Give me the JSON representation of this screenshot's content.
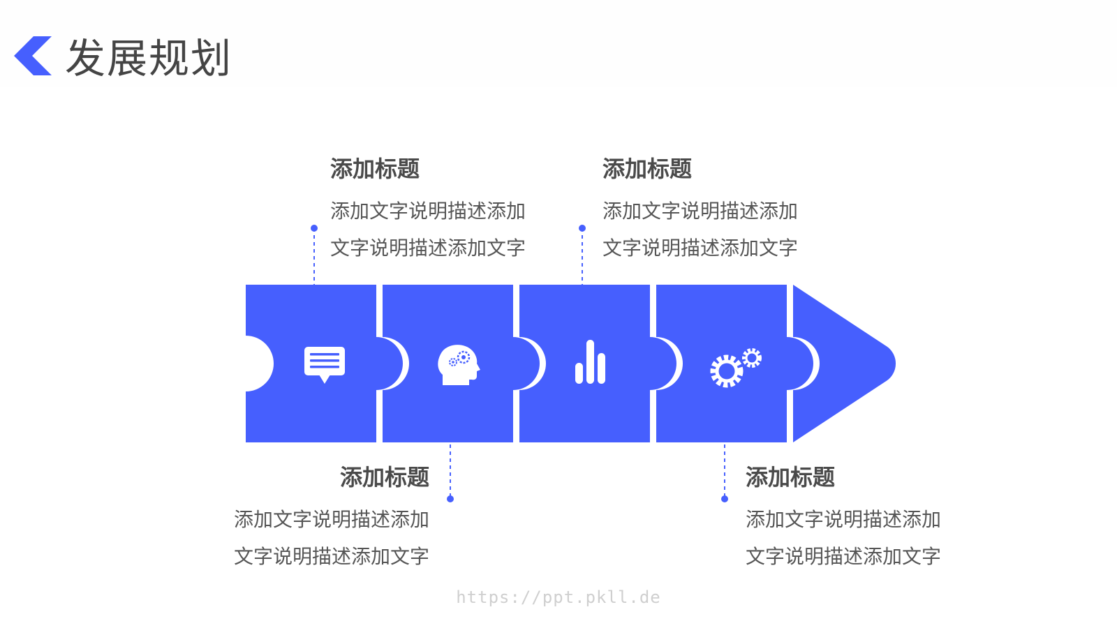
{
  "page": {
    "title": "发展规划",
    "accent": "#465ffe"
  },
  "stages": [
    {
      "title": "添加标题",
      "desc_line1": "添加文字说明描述添加",
      "desc_line2": "文字说明描述添加文字",
      "icon": "chat-bubble-icon",
      "label_side": "top"
    },
    {
      "title": "添加标题",
      "desc_line1": "添加文字说明描述添加",
      "desc_line2": "文字说明描述添加文字",
      "icon": "head-gears-icon",
      "label_side": "bottom"
    },
    {
      "title": "添加标题",
      "desc_line1": "添加文字说明描述添加",
      "desc_line2": "文字说明描述添加文字",
      "icon": "bar-chart-icon",
      "label_side": "top"
    },
    {
      "title": "添加标题",
      "desc_line1": "添加文字说明描述添加",
      "desc_line2": "文字说明描述添加文字",
      "icon": "gears-icon",
      "label_side": "bottom"
    }
  ],
  "footer": {
    "url": "https://ppt.pkll.de"
  }
}
